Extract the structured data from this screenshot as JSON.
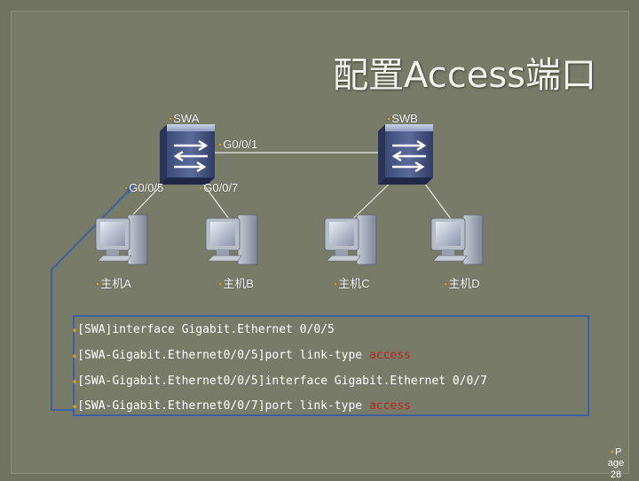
{
  "title": "配置Access端口",
  "switches": [
    {
      "label": "SWA"
    },
    {
      "label": "SWB"
    }
  ],
  "ports": {
    "g001": "G0/0/1",
    "g005": "G0/0/5",
    "g007": "G0/0/7"
  },
  "hosts": [
    {
      "label": "主机A"
    },
    {
      "label": "主机B"
    },
    {
      "label": "主机C"
    },
    {
      "label": "主机D"
    }
  ],
  "commands": [
    {
      "text": "[SWA]interface Gigabit.Ethernet 0/0/5",
      "keyword": ""
    },
    {
      "text": "[SWA-Gigabit.Ethernet0/0/5]port link-type ",
      "keyword": "access"
    },
    {
      "text": "[SWA-Gigabit.Ethernet0/0/5]interface Gigabit.Ethernet 0/0/7",
      "keyword": ""
    },
    {
      "text": "[SWA-Gigabit.Ethernet0/0/7]port link-type ",
      "keyword": "access"
    }
  ],
  "page": {
    "line1": "P",
    "line2": "age",
    "line3": "28"
  },
  "colors": {
    "background": "#777b67",
    "accent": "#3d5fa3",
    "keyword": "#c0241b",
    "bullet": "#c8a020"
  }
}
